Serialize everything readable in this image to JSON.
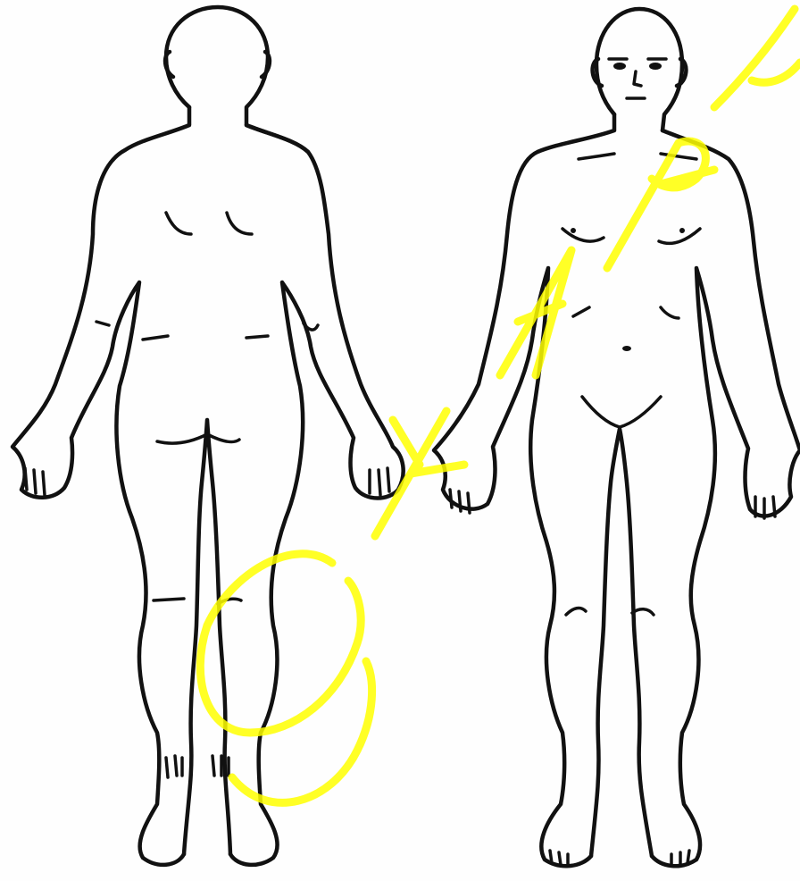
{
  "figure": {
    "kind": "anatomical body outline",
    "views": [
      "back",
      "front"
    ],
    "line_color": "#111111",
    "background_color": "#ffffff",
    "watermark_color": "#ffff00",
    "watermark_text": "©KAR"
  }
}
